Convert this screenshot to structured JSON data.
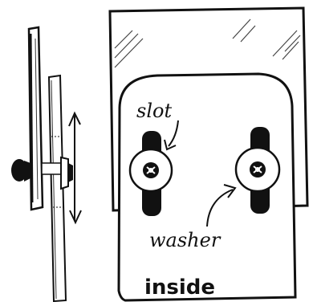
{
  "labels": {
    "slot": "slot",
    "washer": "washer",
    "inside": "inside"
  },
  "colors": {
    "ink": "#111111",
    "paper": "#ffffff",
    "hatch": "#555555"
  }
}
